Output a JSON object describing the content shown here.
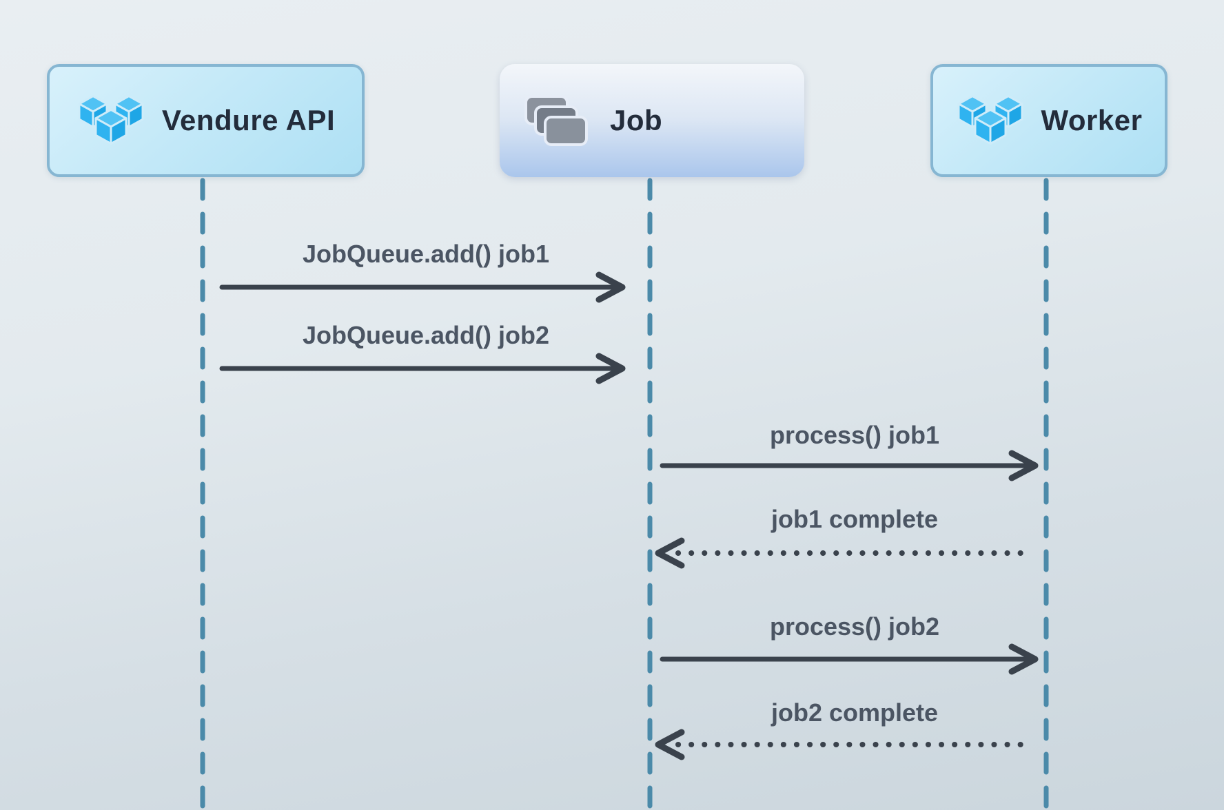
{
  "diagram": {
    "type": "sequence-diagram",
    "actors": [
      {
        "label": "Vendure API",
        "icon": "vendure-cubes-icon"
      },
      {
        "label": "Job",
        "icon": "card-stack-icon"
      },
      {
        "label": "Worker",
        "icon": "vendure-cubes-icon"
      }
    ],
    "messages": [
      {
        "from": "Vendure API",
        "to": "Job",
        "label": "JobQueue.add() job1",
        "line": "solid",
        "arrowhead": "open-right"
      },
      {
        "from": "Vendure API",
        "to": "Job",
        "label": "JobQueue.add() job2",
        "line": "solid",
        "arrowhead": "open-right"
      },
      {
        "from": "Job",
        "to": "Worker",
        "label": "process() job1",
        "line": "solid",
        "arrowhead": "open-right"
      },
      {
        "from": "Worker",
        "to": "Job",
        "label": "job1 complete",
        "line": "dotted",
        "arrowhead": "open-left"
      },
      {
        "from": "Job",
        "to": "Worker",
        "label": "process() job2",
        "line": "solid",
        "arrowhead": "open-right"
      },
      {
        "from": "Worker",
        "to": "Job",
        "label": "job2 complete",
        "line": "dotted",
        "arrowhead": "open-left"
      }
    ],
    "colors": {
      "background_top": "#e9eef2",
      "background_bottom": "#cbd6dd",
      "lifeline": "#4b8aa9",
      "arrow": "#3a424c",
      "message_text": "#4b5563",
      "actor_text": "#232c3b",
      "cyan_box_border": "#86b6d2",
      "cyan_box_fill": "#c4e9f8",
      "blue_box_fill_top": "#f3f6fa",
      "blue_box_fill_bottom": "#aac6ec",
      "vendure_logo_blue": "#2fb3f0",
      "card_stack_gray": "#8b929d"
    }
  }
}
